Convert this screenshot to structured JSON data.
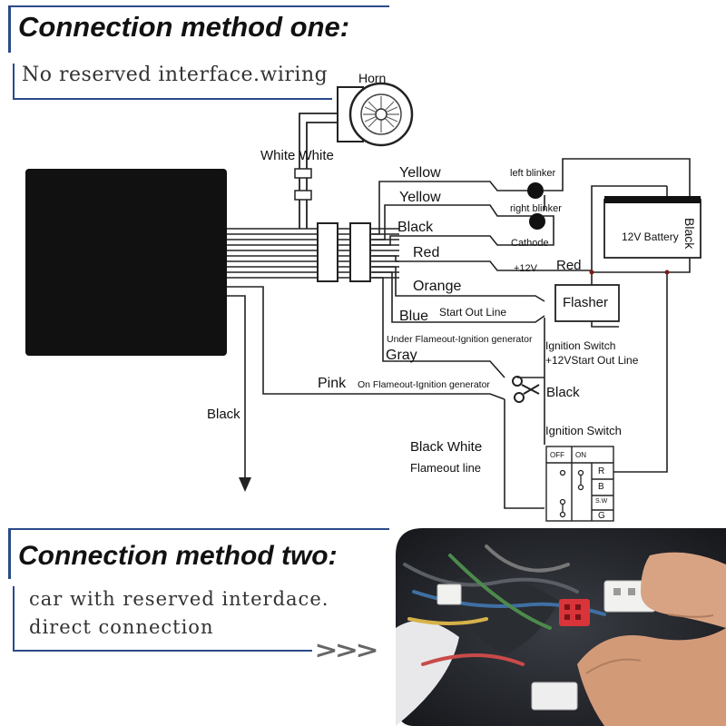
{
  "method_one": {
    "title": "Connection method one:",
    "subtitle": "No reserved interface.wiring"
  },
  "diagram": {
    "horn": "Horn",
    "white_white": "White White",
    "wire_yellow_1": "Yellow",
    "wire_yellow_2": "Yellow",
    "wire_black": "Black",
    "wire_red": "Red",
    "wire_orange": "Orange",
    "wire_blue": "Blue",
    "start_out_line": "Start Out Line",
    "under_flameout": "Under Flameout-Ignition generator",
    "wire_gray": "Gray",
    "wire_pink": "Pink",
    "on_flameout": "On Flameout-Ignition generator",
    "wire_black_ground": "Black",
    "left_blinker": "left blinker",
    "right_blinker": "right blinker",
    "cathode": "Cathode",
    "plus12v": "+12V",
    "battery": "12V Battery",
    "battery_red": "Red",
    "battery_black": "Black",
    "flasher": "Flasher",
    "ignition_switch_1": "Ignition Switch",
    "start_out_12v": "+12VStart Out Line",
    "ign_black": "Black",
    "ignition_switch_2": "Ignition Switch",
    "black_white": "Black White",
    "flameout_line": "Flameout line",
    "switch_off": "OFF",
    "switch_on": "ON",
    "switch_r": "R",
    "switch_b": "B",
    "switch_sw": "S.W",
    "switch_g": "G"
  },
  "method_two": {
    "title": "Connection method two:",
    "line1": "car with reserved interdace.",
    "line2": "direct connection",
    "arrows": ">>>"
  },
  "colors": {
    "accent_blue": "#2b4a8a",
    "module_black": "#111111"
  }
}
